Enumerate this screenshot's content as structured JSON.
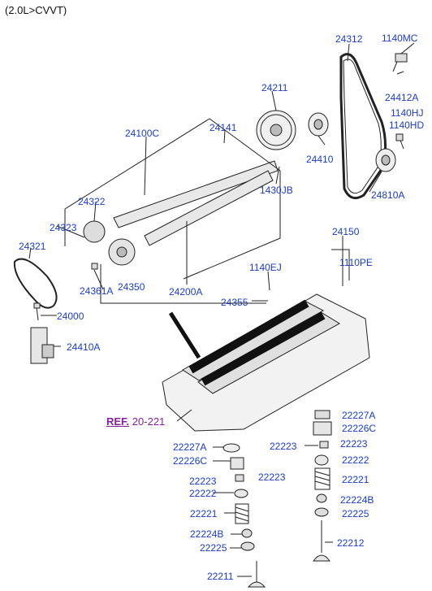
{
  "header": "(2.0L>CVVT)",
  "ref": {
    "prefix": "REF.",
    "number": "20-221"
  },
  "colors": {
    "label": "#1a3ccf",
    "ref": "#8a1fa0",
    "line": "#222222"
  },
  "parts": [
    "24312",
    "1140MC",
    "24412A",
    "1140HJ",
    "1140HD",
    "24211",
    "24410",
    "24810A",
    "24100C",
    "24141",
    "1430JB",
    "24322",
    "24323",
    "24321",
    "24200A",
    "24150",
    "1140EJ",
    "1110PE",
    "24361A",
    "24350",
    "24355",
    "24000",
    "24410A",
    "22227A",
    "22226C",
    "22223",
    "22222",
    "22221",
    "22224B",
    "22225",
    "22227A",
    "22226C",
    "22223",
    "22223",
    "22222",
    "22221",
    "22224B",
    "22225",
    "22212",
    "22211"
  ]
}
